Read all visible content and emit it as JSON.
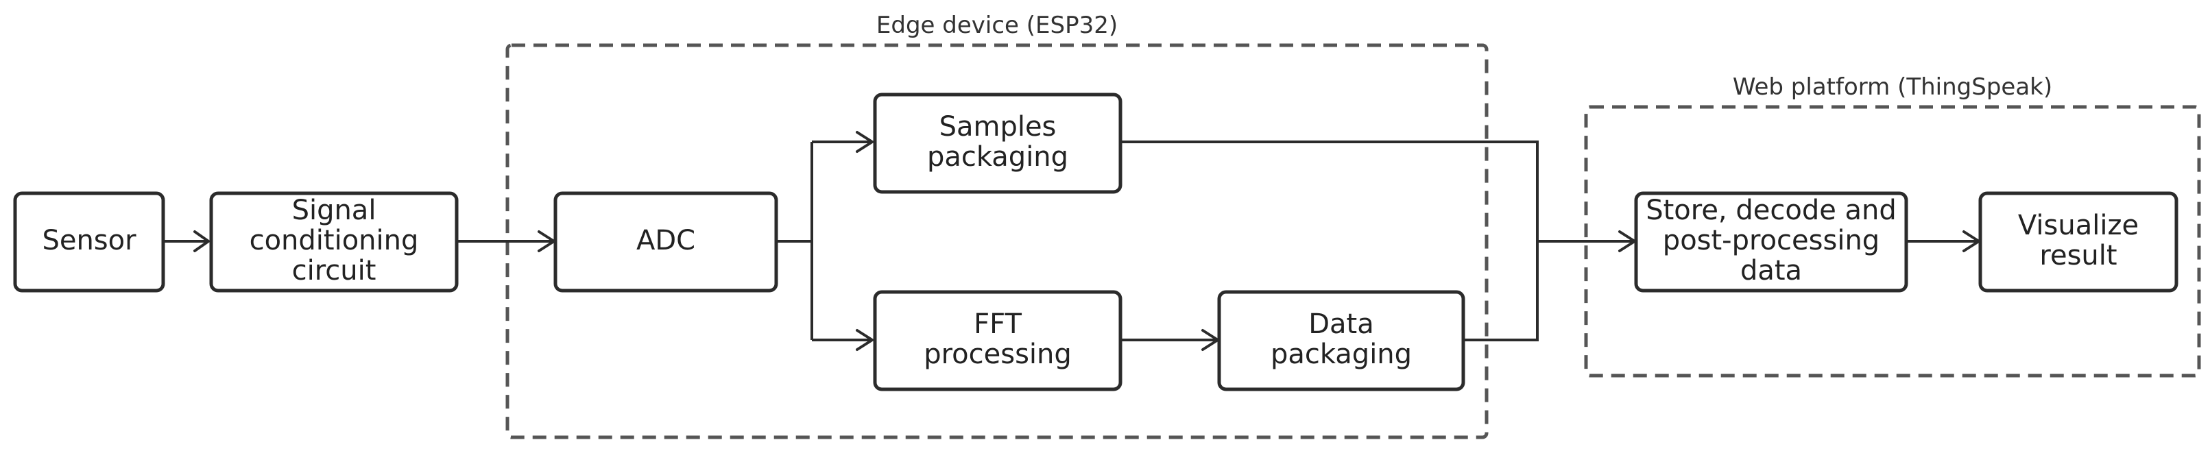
{
  "groups": {
    "edge_device": {
      "title": "Edge device (ESP32)"
    },
    "web_platform": {
      "title": "Web platform (ThingSpeak)"
    }
  },
  "blocks": {
    "sensor": {
      "lines": [
        "Sensor"
      ]
    },
    "signal_conditioning": {
      "lines": [
        "Signal",
        "conditioning",
        "circuit"
      ]
    },
    "adc": {
      "lines": [
        "ADC"
      ]
    },
    "samples_packaging": {
      "lines": [
        "Samples",
        "packaging"
      ]
    },
    "fft_processing": {
      "lines": [
        "FFT",
        "processing"
      ]
    },
    "data_packaging": {
      "lines": [
        "Data",
        "packaging"
      ]
    },
    "store_decode": {
      "lines": [
        "Store, decode and",
        "post-processing",
        "data"
      ]
    },
    "visualize": {
      "lines": [
        "Visualize",
        "result"
      ]
    }
  },
  "style": {
    "box_stroke": "#2b2b2b",
    "group_stroke": "#555555",
    "text_color": "#222222"
  }
}
